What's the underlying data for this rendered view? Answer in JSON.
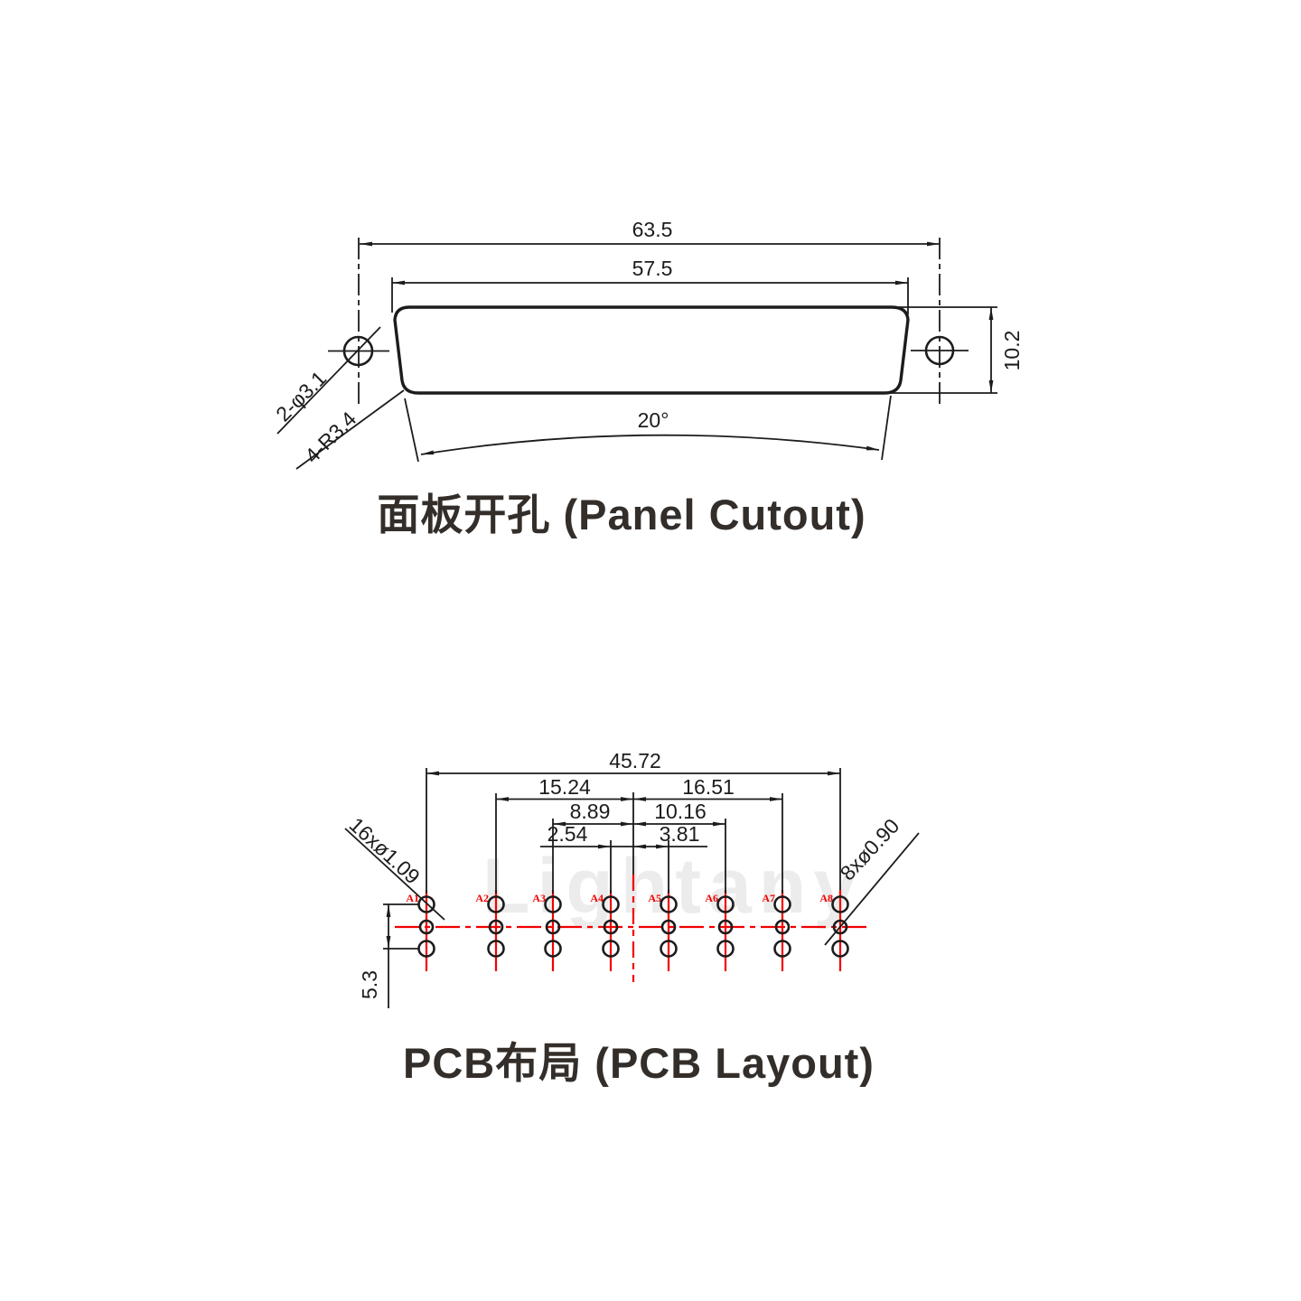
{
  "watermark": "Lightany",
  "panel_cutout": {
    "title": "面板开孔 (Panel Cutout)",
    "dim_overall": "63.5",
    "dim_slot_width": "57.5",
    "dim_height": "10.2",
    "dim_angle": "20°",
    "label_mount_holes": "2-φ3.1",
    "label_corner_radius": "4-R3.4"
  },
  "pcb_layout": {
    "title": "PCB布局 (PCB Layout)",
    "dim_overall": "45.72",
    "dim_a2_to_center": "15.24",
    "dim_center_to_a7": "16.51",
    "dim_a3_to_center": "8.89",
    "dim_center_to_a6": "10.16",
    "dim_a4_to_center": "2.54",
    "dim_center_to_a5": "3.81",
    "dim_row_span": "5.3",
    "label_outer_holes": "16xø1.09",
    "label_center_holes": "8xø0.90",
    "pins": [
      "A1",
      "A2",
      "A3",
      "A4",
      "A5",
      "A6",
      "A7",
      "A8"
    ],
    "colors": {
      "centerline_red": "#f20000",
      "drawing_black": "#1c1c1c"
    }
  }
}
